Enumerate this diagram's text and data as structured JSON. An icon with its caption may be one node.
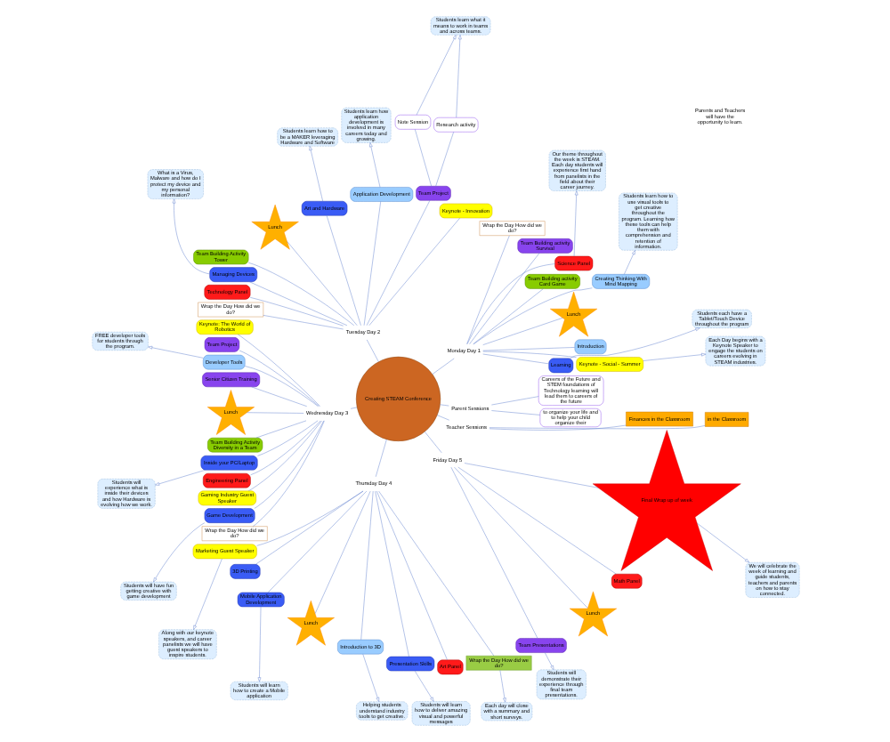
{
  "diagram": {
    "nodes": [
      {
        "text": [
          "Creating STEAM Conference"
        ]
      },
      {
        "text": [
          "Monday Day 1"
        ]
      },
      {
        "text": [
          "Keynote - Social - Summer"
        ]
      },
      {
        "text": [
          "Each Day begins with a Keynote Speaker to engage the students on careers evolving in STEAM industries."
        ]
      },
      {
        "text": [
          "Learning"
        ]
      },
      {
        "text": [
          "Students each have a Tablet/Touch Device throughout the program"
        ]
      },
      {
        "text": [
          "Introduction"
        ]
      },
      {
        "text": [
          "Lunch"
        ]
      },
      {
        "text": [
          "Team Building activity Card Game"
        ]
      },
      {
        "text": [
          "Creating Thinking With Mind Mapping"
        ]
      },
      {
        "text": [
          "Students learn how to use visual tools to get creative throughout the program. Learning how these tools can help them with comprehension and retention of information."
        ]
      },
      {
        "text": [
          "Science Panel"
        ]
      },
      {
        "text": [
          "Our theme throughout the week is STEAM. Each day students will experience first hand from panelists in the field about their career journey."
        ]
      },
      {
        "text": [
          "Team Building activity Survival"
        ]
      },
      {
        "text": [
          "Wrap the Day How did we do?"
        ]
      },
      {
        "text": [
          "Tuesday Day 2"
        ]
      },
      {
        "text": [
          "Keynote - Innovation"
        ]
      },
      {
        "text": [
          "Team Project"
        ]
      },
      {
        "text": [
          "Research activity"
        ]
      },
      {
        "text": [
          "Note Session"
        ]
      },
      {
        "text": [
          "Students learn what it means to work in teams and across teams."
        ]
      },
      {
        "text": [
          "Application Development"
        ]
      },
      {
        "text": [
          "Students learn how application development is involved in many careers today and growing."
        ]
      },
      {
        "text": [
          "Art and Hardware"
        ]
      },
      {
        "text": [
          "Students learn how to be a MAKER leveraging Hardware and Software"
        ]
      },
      {
        "text": [
          "Lunch"
        ]
      },
      {
        "text": [
          "Team Building Activity Tower"
        ]
      },
      {
        "text": [
          "Managing Devices"
        ]
      },
      {
        "text": [
          "What is a Virus, Malware and how do I protect my device and my personal information?"
        ]
      },
      {
        "text": [
          "Technology Panel"
        ]
      },
      {
        "text": [
          "Wrap the Day How did we do?"
        ]
      },
      {
        "text": [
          "Wednesday Day 3"
        ]
      },
      {
        "text": [
          "Keynote: The World of Robotics"
        ]
      },
      {
        "text": [
          "Team Project"
        ]
      },
      {
        "text": [
          "Developer Tools"
        ]
      },
      {
        "text": [
          "FREE developer tools for students through the program."
        ]
      },
      {
        "text": [
          "Senior Citizen Training"
        ]
      },
      {
        "text": [
          "Lunch"
        ]
      },
      {
        "text": [
          "Team Building Activity Diversity in a Team"
        ]
      },
      {
        "text": [
          "Inside your PC/Laptop"
        ]
      },
      {
        "text": [
          "Students will experience what is inside their devices and how Hardware is evolving how we work."
        ]
      },
      {
        "text": [
          "Engineering Panel"
        ]
      },
      {
        "text": [
          "Gaming Industry Guest Speaker"
        ]
      },
      {
        "text": [
          "Game Development"
        ]
      },
      {
        "text": [
          "Students will have fun getting creative with game development"
        ]
      },
      {
        "text": [
          "Wrap the Day How did we do?"
        ]
      },
      {
        "text": [
          "Thursday Day 4"
        ]
      },
      {
        "text": [
          "Marketing Guest Speaker"
        ]
      },
      {
        "text": [
          "Along with our keynote speakers, and career panelists we will have guest speakers to inspire students."
        ]
      },
      {
        "text": [
          "3D Printing"
        ]
      },
      {
        "text": [
          "Mobile Application Development"
        ]
      },
      {
        "text": [
          "Students will learn how to create a Mobile application"
        ]
      },
      {
        "text": [
          "Lunch"
        ]
      },
      {
        "text": [
          "Introduction to 3D"
        ]
      },
      {
        "text": [
          "Helping students understand industry tools to get creative."
        ]
      },
      {
        "text": [
          "Presentation Skills"
        ]
      },
      {
        "text": [
          "Students will learn how to deliver amazing visual and powerful messages"
        ]
      },
      {
        "text": [
          "Art Panel"
        ]
      },
      {
        "text": [
          "Wrap the Day How did we do?"
        ]
      },
      {
        "text": [
          "Each day will close with a summary and short surveys."
        ]
      },
      {
        "text": [
          "Friday Day 5"
        ]
      },
      {
        "text": [
          "Team Presentations"
        ]
      },
      {
        "text": [
          "Students will demonstrate their experience through final team presentations."
        ]
      },
      {
        "text": [
          "Lunch"
        ]
      },
      {
        "text": [
          "Math Panel"
        ]
      },
      {
        "text": [
          "Final Wrap up of week"
        ]
      },
      {
        "text": [
          "We will celebrate the week of learning and guide students, teachers and parents on how to stay connected."
        ]
      },
      {
        "text": [
          "Teacher Sessions"
        ]
      },
      {
        "text": [
          "in the Classroom"
        ]
      },
      {
        "text": [
          "Finances in the Classroom"
        ]
      },
      {
        "text": [
          "Parent Sessions"
        ]
      },
      {
        "text": [
          "to organize your life and to help your child organize their"
        ]
      },
      {
        "text": [
          "Careers of the Future and STEM foundations of Technology learning will lead them to careers of the future"
        ]
      }
    ],
    "edges": [
      {
        "from": 0,
        "to": 1,
        "arrow": "none"
      },
      {
        "from": 1,
        "to": 2,
        "arrow": "none"
      },
      {
        "from": 2,
        "to": 3,
        "arrow": "to"
      },
      {
        "from": 1,
        "to": 4,
        "arrow": "none"
      },
      {
        "from": 4,
        "to": 5,
        "arrow": "to"
      },
      {
        "from": 1,
        "to": 6,
        "arrow": "none"
      },
      {
        "from": 1,
        "to": 7,
        "arrow": "none"
      },
      {
        "from": 1,
        "to": 8,
        "arrow": "none"
      },
      {
        "from": 1,
        "to": 9,
        "arrow": "none"
      },
      {
        "from": 9,
        "to": 10,
        "arrow": "to"
      },
      {
        "from": 1,
        "to": 11,
        "arrow": "none"
      },
      {
        "from": 11,
        "to": 12,
        "arrow": "to"
      },
      {
        "from": 1,
        "to": 13,
        "arrow": "none"
      },
      {
        "from": 1,
        "to": 14,
        "arrow": "none"
      },
      {
        "from": 0,
        "to": 15,
        "arrow": "none"
      },
      {
        "from": 15,
        "to": 16,
        "arrow": "none"
      },
      {
        "from": 15,
        "to": 17,
        "arrow": "none"
      },
      {
        "from": 17,
        "to": 18,
        "arrow": "none"
      },
      {
        "from": 17,
        "to": 19,
        "arrow": "none"
      },
      {
        "from": 18,
        "to": 20,
        "arrow": "to"
      },
      {
        "from": 19,
        "to": 20,
        "arrow": "to"
      },
      {
        "from": 15,
        "to": 21,
        "arrow": "none"
      },
      {
        "from": 21,
        "to": 22,
        "arrow": "to"
      },
      {
        "from": 15,
        "to": 23,
        "arrow": "none"
      },
      {
        "from": 23,
        "to": 24,
        "arrow": "to"
      },
      {
        "from": 15,
        "to": 25,
        "arrow": "none"
      },
      {
        "from": 15,
        "to": 26,
        "arrow": "none"
      },
      {
        "from": 15,
        "to": 27,
        "arrow": "none"
      },
      {
        "from": 27,
        "to": 28,
        "arrow": "to"
      },
      {
        "from": 15,
        "to": 29,
        "arrow": "none"
      },
      {
        "from": 15,
        "to": 30,
        "arrow": "none"
      },
      {
        "from": 0,
        "to": 31,
        "arrow": "none"
      },
      {
        "from": 31,
        "to": 32,
        "arrow": "none"
      },
      {
        "from": 31,
        "to": 33,
        "arrow": "none"
      },
      {
        "from": 31,
        "to": 34,
        "arrow": "none"
      },
      {
        "from": 34,
        "to": 35,
        "arrow": "to"
      },
      {
        "from": 31,
        "to": 36,
        "arrow": "none"
      },
      {
        "from": 31,
        "to": 37,
        "arrow": "none"
      },
      {
        "from": 31,
        "to": 38,
        "arrow": "none"
      },
      {
        "from": 31,
        "to": 39,
        "arrow": "none"
      },
      {
        "from": 39,
        "to": 40,
        "arrow": "to"
      },
      {
        "from": 31,
        "to": 41,
        "arrow": "none"
      },
      {
        "from": 31,
        "to": 42,
        "arrow": "none"
      },
      {
        "from": 31,
        "to": 43,
        "arrow": "none"
      },
      {
        "from": 43,
        "to": 44,
        "arrow": "to"
      },
      {
        "from": 31,
        "to": 45,
        "arrow": "none"
      },
      {
        "from": 0,
        "to": 46,
        "arrow": "none"
      },
      {
        "from": 46,
        "to": 47,
        "arrow": "none"
      },
      {
        "from": 47,
        "to": 48,
        "arrow": "to"
      },
      {
        "from": 46,
        "to": 49,
        "arrow": "none"
      },
      {
        "from": 46,
        "to": 50,
        "arrow": "none"
      },
      {
        "from": 50,
        "to": 51,
        "arrow": "to"
      },
      {
        "from": 46,
        "to": 52,
        "arrow": "none"
      },
      {
        "from": 46,
        "to": 53,
        "arrow": "none"
      },
      {
        "from": 53,
        "to": 54,
        "arrow": "to"
      },
      {
        "from": 46,
        "to": 55,
        "arrow": "none"
      },
      {
        "from": 55,
        "to": 56,
        "arrow": "to"
      },
      {
        "from": 46,
        "to": 57,
        "arrow": "none"
      },
      {
        "from": 46,
        "to": 58,
        "arrow": "none"
      },
      {
        "from": 58,
        "to": 59,
        "arrow": "to"
      },
      {
        "from": 0,
        "to": 60,
        "arrow": "none"
      },
      {
        "from": 60,
        "to": 61,
        "arrow": "none"
      },
      {
        "from": 61,
        "to": 62,
        "arrow": "to"
      },
      {
        "from": 60,
        "to": 63,
        "arrow": "none"
      },
      {
        "from": 60,
        "to": 64,
        "arrow": "none"
      },
      {
        "from": 60,
        "to": 65,
        "arrow": "none"
      },
      {
        "from": 65,
        "to": 66,
        "arrow": "to"
      },
      {
        "from": 0,
        "to": 67,
        "arrow": "none"
      },
      {
        "from": 67,
        "to": 68,
        "arrow": "none"
      },
      {
        "from": 67,
        "to": 69,
        "arrow": "none"
      },
      {
        "from": 0,
        "to": 70,
        "arrow": "none"
      },
      {
        "from": 70,
        "to": 71,
        "arrow": "none"
      },
      {
        "from": 70,
        "to": 72,
        "arrow": "none"
      }
    ],
    "labels": [
      "Parents and Teachers will have the opportunity to learn."
    ]
  }
}
